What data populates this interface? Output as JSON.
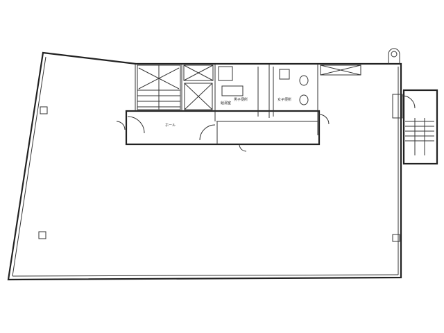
{
  "plan": {
    "labels": {
      "hall": "ホール",
      "mens_toilet": "男子便所",
      "womens_toilet": "女子便所",
      "kitchenette": "給湯室"
    }
  }
}
